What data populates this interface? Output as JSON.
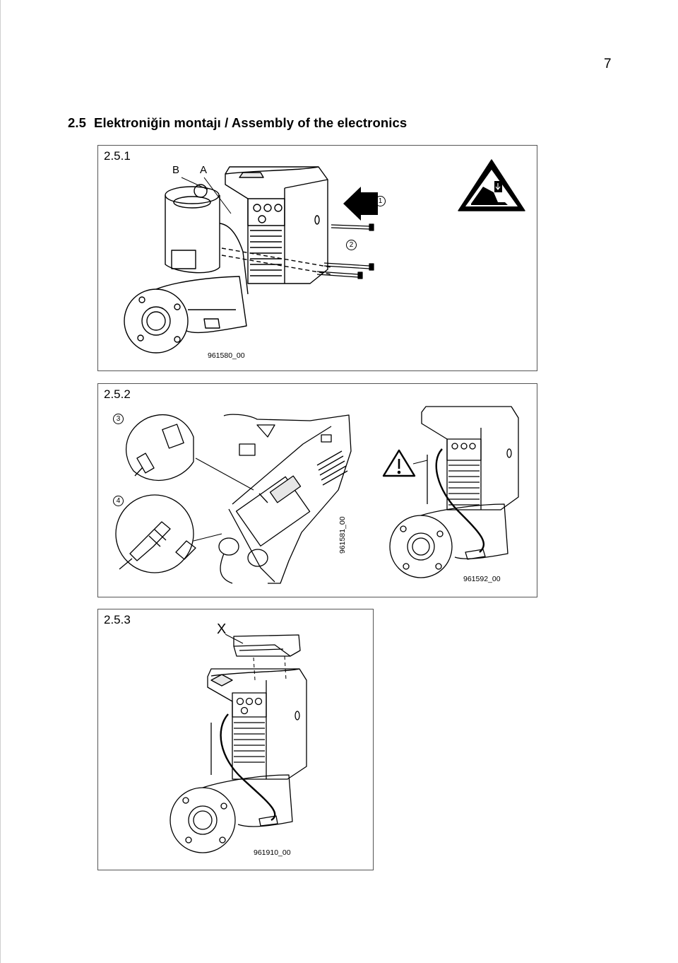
{
  "page_number": "7",
  "section": {
    "number": "2.5",
    "title": "Elektroniğin montajı / Assembly of the electronics"
  },
  "panels": [
    {
      "label": "2.5.1",
      "callouts": {
        "b": "B",
        "a": "A"
      },
      "steps": [
        "1",
        "2"
      ],
      "code": "961580_00",
      "symbol": "foot-crush-warning-icon"
    },
    {
      "label": "2.5.2",
      "steps": [
        "3",
        "4"
      ],
      "codes": [
        "961581_00",
        "961592_00"
      ],
      "symbol": "warning-triangle-icon"
    },
    {
      "label": "2.5.3",
      "callouts": {
        "x": "X"
      },
      "code": "961910_00"
    }
  ]
}
